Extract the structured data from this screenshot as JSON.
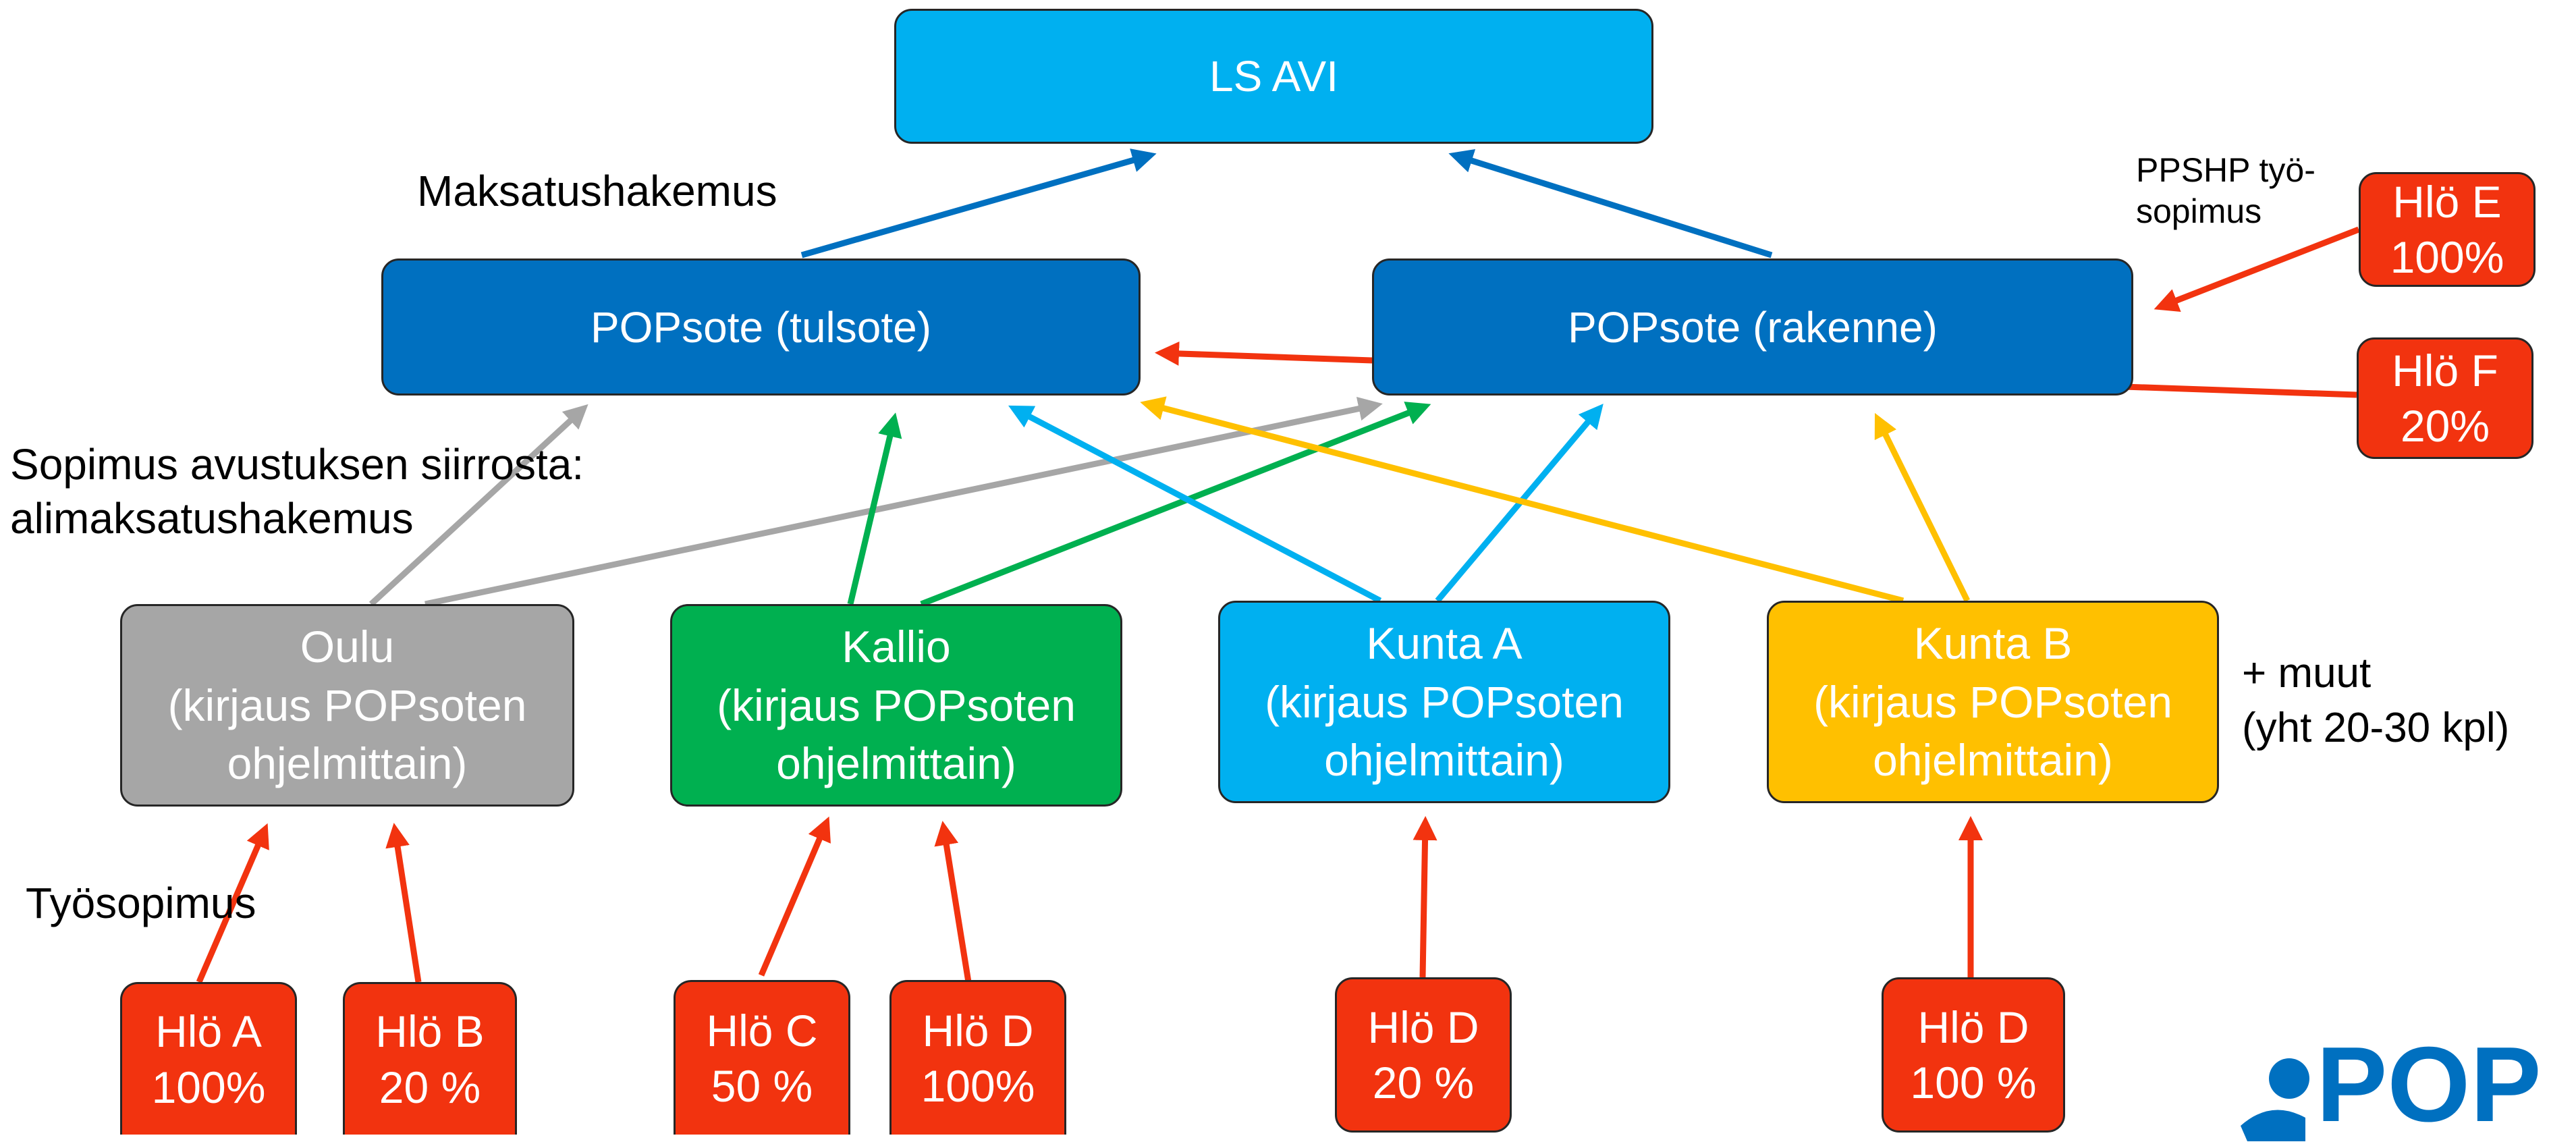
{
  "colors": {
    "top": "#00b0f0",
    "program": "#0070c0",
    "oulu": "#a6a6a6",
    "kallio": "#00b050",
    "kunta_a": "#00b0f0",
    "kunta_b": "#ffc000",
    "person": "#f2330f",
    "arrow_blue": "#0070c0",
    "arrow_grey": "#a6a6a6",
    "arrow_green": "#00b050",
    "arrow_light_blue": "#00b0f0",
    "arrow_yellow": "#ffc000",
    "arrow_red": "#f2330f",
    "logo": "#0070c0"
  },
  "top": {
    "label": "LS AVI"
  },
  "programs": [
    {
      "label": "POPsote (tulsote)"
    },
    {
      "label": "POPsote (rakenne)"
    }
  ],
  "organizations": [
    {
      "label": "Oulu\n(kirjaus POPsoten\nohjelmittain)"
    },
    {
      "label": "Kallio\n(kirjaus POPsoten\nohjelmittain)"
    },
    {
      "label": "Kunta A\n(kirjaus POPsoten\nohjelmittain)"
    },
    {
      "label": "Kunta B\n(kirjaus POPsoten\nohjelmittain)"
    }
  ],
  "persons": [
    {
      "label": "Hlö A\n100%"
    },
    {
      "label": "Hlö B\n20 %"
    },
    {
      "label": "Hlö C\n50 %"
    },
    {
      "label": "Hlö D\n100%"
    },
    {
      "label": "Hlö D\n20 %"
    },
    {
      "label": "Hlö D\n100 %"
    },
    {
      "label": "Hlö E\n100%"
    },
    {
      "label": "Hlö F\n20%"
    }
  ],
  "labels": {
    "maksatushakemus": "Maksatushakemus",
    "sopimus": "Sopimus avustuksen siirrosta:\nalimaksatushakemus",
    "tyosopimus": "Työsopimus",
    "ppshp": "PPSHP työ-\nsopimus",
    "muut": "+ muut\n (yht 20-30 kpl)"
  },
  "logo": {
    "text": "POP",
    "icon": "person-figure-icon"
  }
}
